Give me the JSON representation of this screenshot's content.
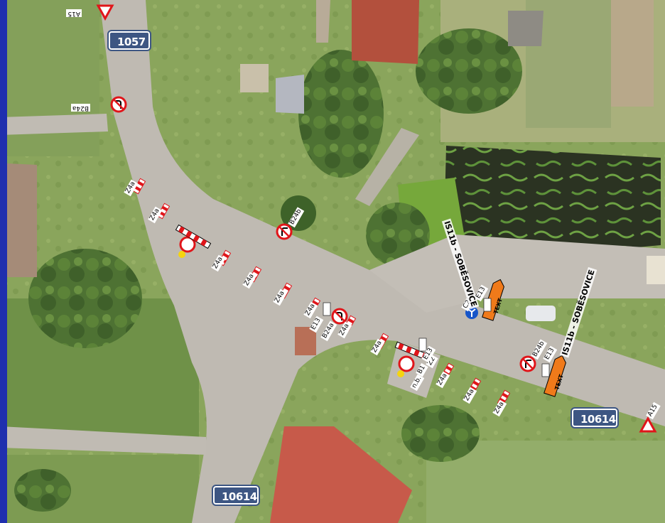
{
  "map": {
    "colors": {
      "road": "#bdb9b1",
      "grass": "#7c9a4f",
      "pond": "#2e3524",
      "roof": "#b3503d",
      "frame": "#1f2fae",
      "badge": "#3d5683",
      "warning_red": "#e0151a",
      "orange_sign": "#f07a1a",
      "blue_sign": "#1655c9"
    },
    "road_badges": [
      {
        "id": "road-1057-top",
        "text": "1057"
      },
      {
        "id": "road-10614-right",
        "text": "10614"
      },
      {
        "id": "road-10614-bottom",
        "text": "10614"
      }
    ],
    "sign_labels": [
      {
        "text": "A15"
      },
      {
        "text": "B24a"
      },
      {
        "text": "Z4a"
      },
      {
        "text": "Z4a"
      },
      {
        "text": "B24b"
      },
      {
        "text": "Z4a"
      },
      {
        "text": "Z4a"
      },
      {
        "text": "Z4a"
      },
      {
        "text": "Z4a"
      },
      {
        "text": "E13"
      },
      {
        "text": "B24a"
      },
      {
        "text": "Z4a"
      },
      {
        "text": "Z4a"
      },
      {
        "text": "B1"
      },
      {
        "text": "Z2"
      },
      {
        "text": "E13"
      },
      {
        "text": "n.b."
      },
      {
        "text": "Z4a"
      },
      {
        "text": "Z4a"
      },
      {
        "text": "Z4a"
      },
      {
        "text": "B24b"
      },
      {
        "text": "E13"
      },
      {
        "text": "C2f"
      },
      {
        "text": "E13"
      },
      {
        "text": "A15"
      }
    ],
    "town_labels": [
      {
        "text": "IS11b - SOBĚSOVICE"
      },
      {
        "text": "IS11b - SOBĚSOVICE"
      }
    ],
    "orange_tags": [
      {
        "text": "TEXT"
      },
      {
        "text": "TEXT"
      }
    ],
    "legend_icons": [
      "yield-warning-triangle-icon",
      "no-left-turn-sign-icon",
      "no-right-turn-sign-icon",
      "road-closed-sign-icon",
      "mandatory-direction-sign-icon",
      "traffic-barrier-icon"
    ]
  }
}
